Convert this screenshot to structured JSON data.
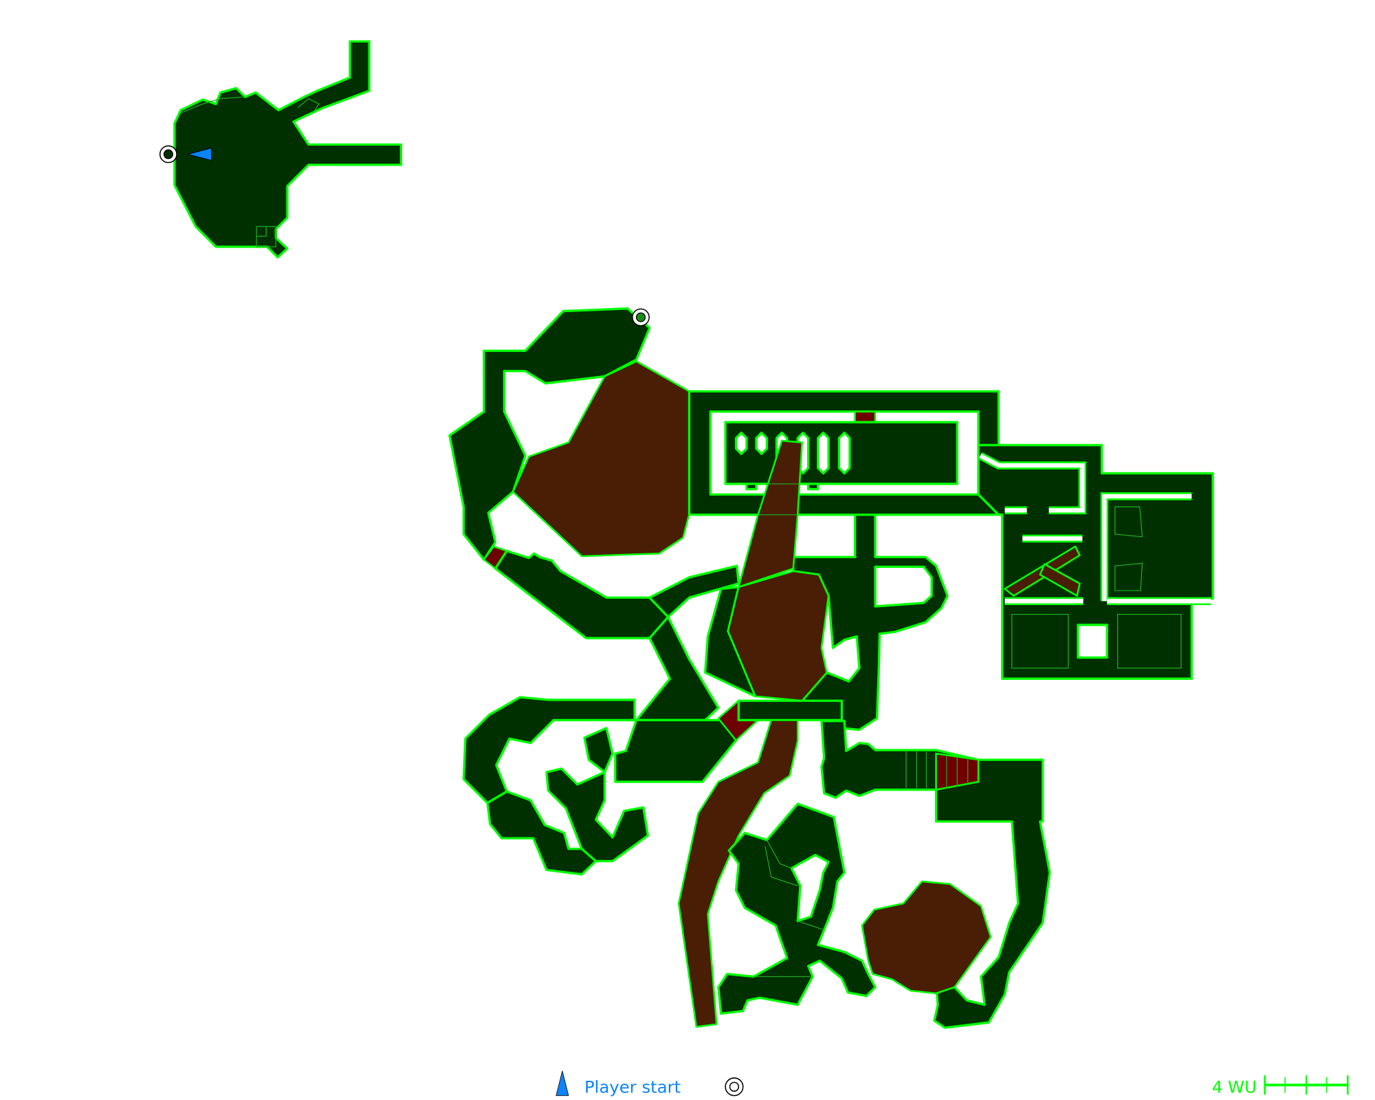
{
  "map": {
    "colors": {
      "floor": "#003000",
      "wall_edge": "#00ff00",
      "lava_floor": "#4a1e04",
      "hazard": "#6e0000",
      "player": "#0a84ff"
    },
    "markers": [
      {
        "type": "target",
        "icon": "target-icon"
      },
      {
        "type": "target",
        "icon": "target-icon"
      },
      {
        "type": "player-start",
        "icon": "player-arrow-icon"
      }
    ]
  },
  "legend": {
    "player_start_label": "Player start",
    "player_icon": "player-arrow-icon",
    "target_icon": "target-icon"
  },
  "scale": {
    "label": "4 WU",
    "units": 4
  }
}
